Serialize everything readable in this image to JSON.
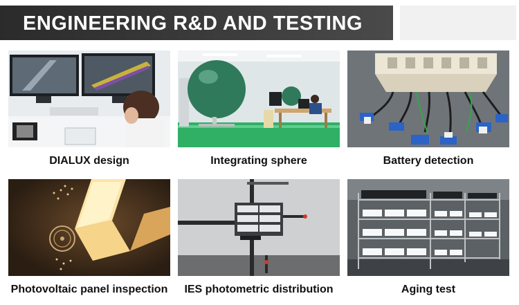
{
  "header": {
    "title": "ENGINEERING R&D AND TESTING"
  },
  "cards": [
    {
      "caption": "DIALUX design"
    },
    {
      "caption": "Integrating sphere"
    },
    {
      "caption": "Battery detection"
    },
    {
      "caption": "Photovoltaic panel inspection"
    },
    {
      "caption": "IES photometric distribution"
    },
    {
      "caption": "Aging test"
    }
  ]
}
